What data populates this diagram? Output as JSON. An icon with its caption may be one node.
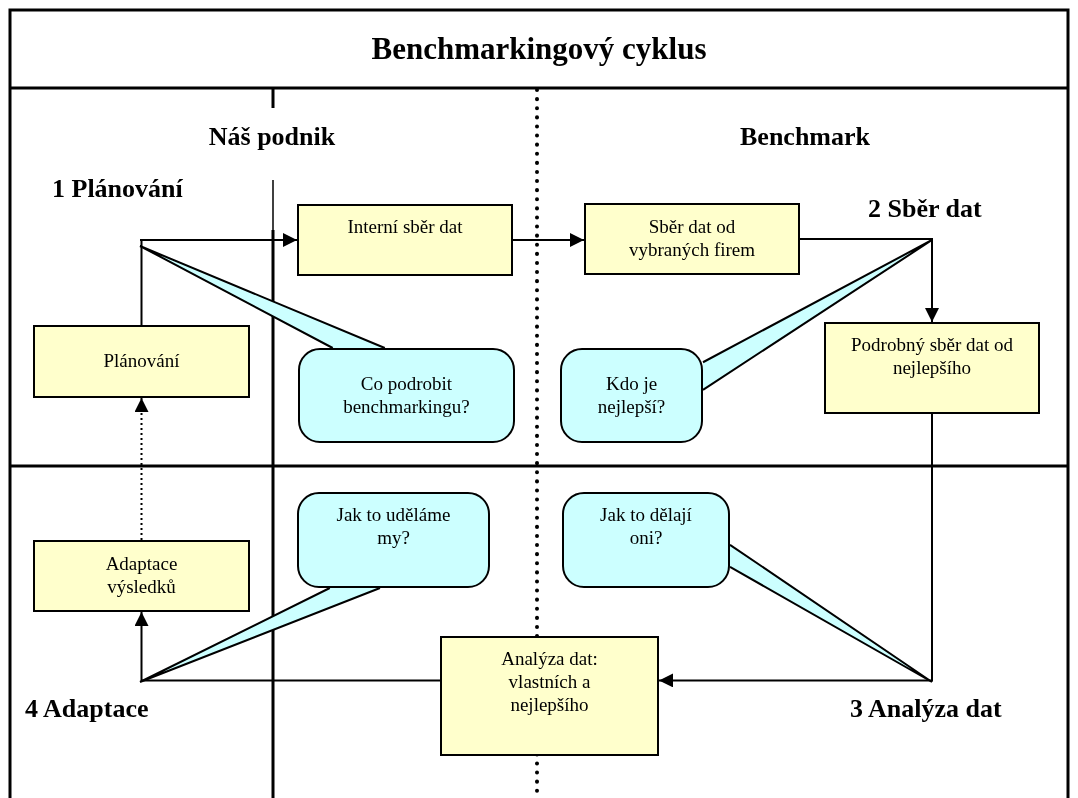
{
  "diagram": {
    "title": "Benchmarkingový cyklus",
    "nodes": [
      {
        "text": [
          "Plánování"
        ]
      },
      {
        "text": [
          "Interní sběr dat"
        ]
      },
      {
        "text": [
          "Sběr dat od vybraných firem"
        ]
      },
      {
        "text": [
          "Podrobný sběr dat od nejlepšího"
        ]
      },
      {
        "text": [
          "Analýza dat: vlastních a nejlepšího"
        ]
      },
      {
        "text": [
          "Adaptace výsledků"
        ]
      },
      {
        "text": [
          "Co podrobit benchmarkingu?"
        ]
      },
      {
        "text": [
          "Kdo je nejlepší?"
        ]
      },
      {
        "text": [
          "Jak to uděláme my?"
        ]
      },
      {
        "text": [
          "Jak to dělají oni?"
        ]
      }
    ],
    "edges": [
      {
        "from": 0,
        "to": 1,
        "arrow": "to"
      },
      {
        "from": 1,
        "to": 2,
        "arrow": "to"
      },
      {
        "from": 2,
        "to": 3,
        "arrow": "to"
      },
      {
        "from": 3,
        "to": 4,
        "arrow": "to"
      },
      {
        "from": 4,
        "to": 5,
        "arrow": "to"
      },
      {
        "from": 5,
        "to": 0,
        "arrow": "to",
        "style": "dashed"
      }
    ],
    "labels": [
      "Náš podnik",
      "Benchmark",
      "1 Plánování",
      "2 Sběr dat",
      "3 Analýza dat",
      "4 Adaptace"
    ]
  }
}
